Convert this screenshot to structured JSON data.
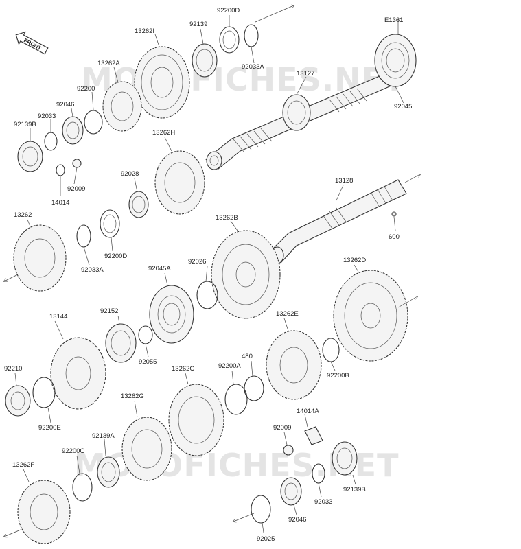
{
  "diagram": {
    "front_badge": "FRONT",
    "figure_code": "E1361",
    "watermark_top": "MOTOFICHES.NET",
    "watermark_bottom": "MOTOFICHES.NET",
    "labels": {
      "p92200D_top": "92200D",
      "p92139": "92139",
      "p13262I": "13262I",
      "p92033A_top": "92033A",
      "p13262A": "13262A",
      "p92200_top": "92200",
      "p92046_top": "92046",
      "p92033_top": "92033",
      "p92139B_top": "92139B",
      "p13127": "13127",
      "p92045": "92045",
      "p13262H": "13262H",
      "p92028": "92028",
      "p92009_top": "92009",
      "p14014": "14014",
      "p13128": "13128",
      "p600": "600",
      "p13262": "13262",
      "p92033A_mid": "92033A",
      "p92200D_mid": "92200D",
      "p13262B": "13262B",
      "p92026": "92026",
      "p92045A": "92045A",
      "p13262D": "13262D",
      "p92152": "92152",
      "p13144": "13144",
      "p92055": "92055",
      "p13262E": "13262E",
      "p480": "480",
      "p92200A": "92200A",
      "p13262C": "13262C",
      "p92200B": "92200B",
      "p92210": "92210",
      "p92200E": "92200E",
      "p13262G": "13262G",
      "p14014A": "14014A",
      "p92009_bot": "92009",
      "p92139A": "92139A",
      "p92200C": "92200C",
      "p13262F": "13262F",
      "p92033_bot": "92033",
      "p92139B_bot": "92139B",
      "p92046_bot": "92046",
      "p92025": "92025"
    }
  }
}
